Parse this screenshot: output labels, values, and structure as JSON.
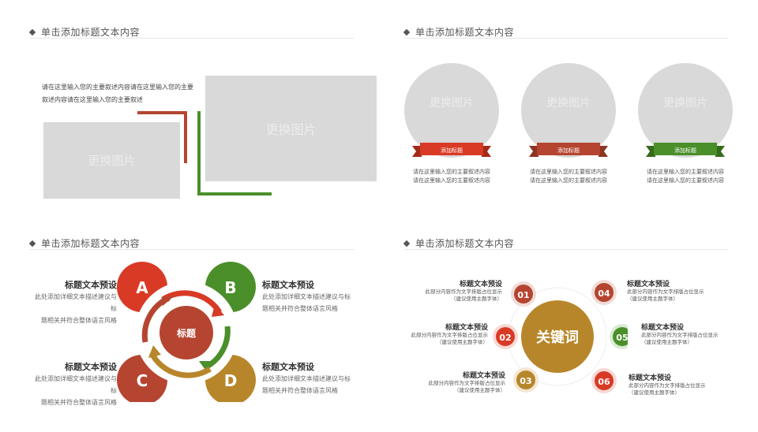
{
  "colors": {
    "red": "#d93a26",
    "brick": "#b54530",
    "green": "#4a8f2a",
    "gold": "#b8862a",
    "placeholder": "#d9d9d9"
  },
  "panel1": {
    "title": "单击添加标题文本内容",
    "desc_line1": "请在这里输入您的主要叙述内容请在这里输入您的主要",
    "desc_line2": "叙述内容请在这里输入您的主要叙述",
    "placeholder_label": "更换图片"
  },
  "panel2": {
    "title": "单击添加标题文本内容",
    "items": [
      {
        "placeholder": "更换图片",
        "ribbon": "添加标题",
        "line1": "请在这里输入您的主要叙述内容",
        "line2": "请在这里输入您的主要叙述内容"
      },
      {
        "placeholder": "更换图片",
        "ribbon": "添加标题",
        "line1": "请在这里输入您的主要叙述内容",
        "line2": "请在这里输入您的主要叙述内容"
      },
      {
        "placeholder": "更换图片",
        "ribbon": "添加标题",
        "line1": "请在这里输入您的主要叙述内容",
        "line2": "请在这里输入您的主要叙述内容"
      }
    ]
  },
  "panel3": {
    "title": "单击添加标题文本内容",
    "center": "标题",
    "circles": [
      "A",
      "B",
      "C",
      "D"
    ],
    "texts": [
      {
        "heading": "标题文本预设",
        "line1": "此处添加详细文本描述建议与标",
        "line2": "题相关并符合整体语言风格"
      },
      {
        "heading": "标题文本预设",
        "line1": "此处添加详细文本描述建议与标",
        "line2": "题相关并符合整体语言风格"
      },
      {
        "heading": "标题文本预设",
        "line1": "此处添加详细文本描述建议与标",
        "line2": "题相关并符合整体语言风格"
      },
      {
        "heading": "标题文本预设",
        "line1": "此处添加详细文本描述建议与标",
        "line2": "题相关并符合整体语言风格"
      }
    ]
  },
  "panel4": {
    "title": "单击添加标题文本内容",
    "center": "关键词",
    "nodes": [
      "01",
      "02",
      "03",
      "04",
      "05",
      "06"
    ],
    "texts": [
      {
        "heading": "标题文本预设",
        "line1": "此部分内容作为文字排版占位显示",
        "line2": "（建议使用主题字体）"
      },
      {
        "heading": "标题文本预设",
        "line1": "此部分内容作为文字排版占位显示",
        "line2": "（建议使用主题字体）"
      },
      {
        "heading": "标题文本预设",
        "line1": "此部分内容作为文字排版占位显示",
        "line2": "（建议使用主题字体）"
      },
      {
        "heading": "标题文本预设",
        "line1": "此部分内容作为文字排版占位显示",
        "line2": "（建议使用主题字体）"
      },
      {
        "heading": "标题文本预设",
        "line1": "此部分内容作为文字排版占位显示",
        "line2": "（建议使用主题字体）"
      },
      {
        "heading": "标题文本预设",
        "line1": "此部分内容作为文字排版占位显示",
        "line2": "（建议使用主题字体）"
      }
    ]
  }
}
